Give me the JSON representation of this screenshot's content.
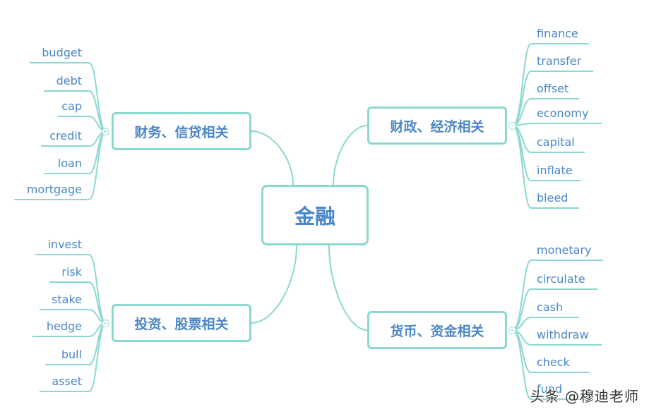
{
  "mindmap": {
    "central": "金融",
    "branches": [
      {
        "label": "财务、信贷相关",
        "leaves": [
          "budget",
          "debt",
          "cap",
          "credit",
          "loan",
          "mortgage"
        ]
      },
      {
        "label": "投资、股票相关",
        "leaves": [
          "invest",
          "risk",
          "stake",
          "hedge",
          "bull",
          "asset"
        ]
      },
      {
        "label": "财政、经济相关",
        "leaves": [
          "finance",
          "transfer",
          "offset",
          "economy",
          "capital",
          "inflate",
          "bleed"
        ]
      },
      {
        "label": "货币、资金相关",
        "leaves": [
          "monetary",
          "circulate",
          "cash",
          "withdraw",
          "check",
          "fund"
        ]
      }
    ]
  },
  "colors": {
    "line": "#8ad8d0",
    "text": "#4a86c8"
  },
  "watermark": "头条 @穆迪老师",
  "icons": {
    "collapse": "collapse-minus-icon"
  }
}
